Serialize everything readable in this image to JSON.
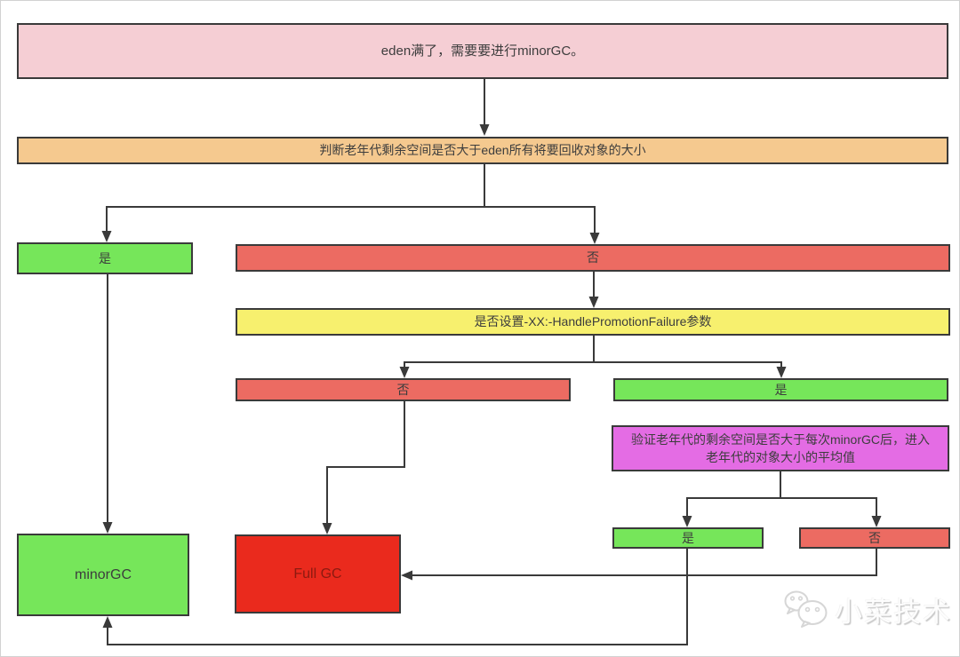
{
  "diagram": {
    "nodes": {
      "eden_full": "eden满了，需要要进行minorGC。",
      "judge_old_space": "判断老年代剩余空间是否大于eden所有将要回收对象的大小",
      "yes_old_space": "是",
      "no_old_space": "否",
      "handle_promotion": "是否设置-XX:-HandlePromotionFailure参数",
      "no_flag": "否",
      "yes_flag": "是",
      "verify_average": "验证老年代的剩余空间是否大于每次minorGC后，进入老年代的对象大小的平均值",
      "yes_average": "是",
      "no_average": "否",
      "minor_gc": "minorGC",
      "full_gc": "Full GC"
    },
    "watermark": "小菜技术",
    "colors": {
      "pink": "#f5ced4",
      "orange": "#f5c98f",
      "green": "#76e65a",
      "salmon": "#ec6b62",
      "yellow": "#f7f06e",
      "magenta": "#e46ce4",
      "red": "#ea2a1d",
      "line": "#3a3a3a",
      "full_gc_text": "#8c1a10"
    }
  }
}
